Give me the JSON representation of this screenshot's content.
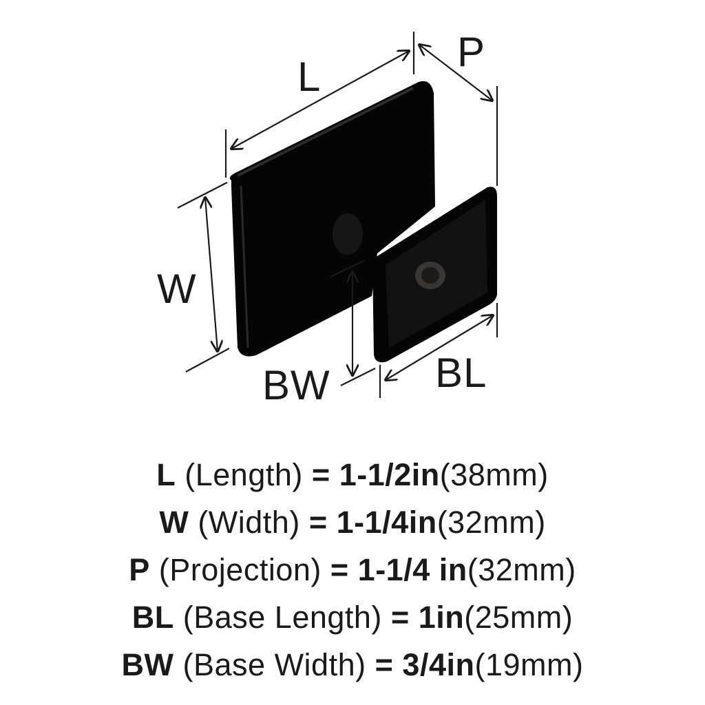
{
  "diagram": {
    "labels": {
      "L": "L",
      "P": "P",
      "W": "W",
      "BW": "BW",
      "BL": "BL"
    },
    "product_color": "#050505"
  },
  "specs": [
    {
      "code": "L",
      "name": "(Length)",
      "eq": "=",
      "inch": "1-1/2in",
      "mm": "(38mm)"
    },
    {
      "code": "W",
      "name": "(Width)",
      "eq": "=",
      "inch": "1-1/4in",
      "mm": "(32mm)"
    },
    {
      "code": "P",
      "name": "(Projection)",
      "eq": "=",
      "inch": "1-1/4 in",
      "mm": "(32mm)"
    },
    {
      "code": "BL",
      "name": "(Base Length)",
      "eq": "=",
      "inch": "1in",
      "mm": "(25mm)"
    },
    {
      "code": "BW",
      "name": "(Base Width)",
      "eq": "=",
      "inch": "3/4in",
      "mm": "(19mm)"
    }
  ]
}
